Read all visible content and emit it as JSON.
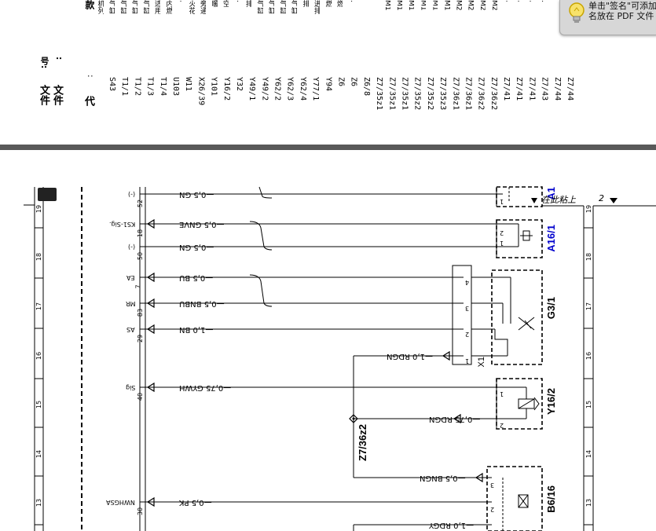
{
  "page_top": {
    "header_cols": [
      "款",
      "机列",
      "气缸",
      "气缸",
      "气缸",
      "气缸",
      "适用",
      "内燃",
      "·",
      "火花",
      "旁通",
      "暖",
      "空",
      "·",
      "排",
      "气缸",
      "气缸",
      "气缸",
      "气缸",
      "排",
      "进排",
      "燃",
      "燃",
      "·"
    ],
    "header_cols2": [
      "M1",
      "M1",
      "M1",
      "M1",
      "M1",
      "M1",
      "M2",
      "M2",
      "M2",
      "M2",
      "·",
      "·",
      "·",
      "·"
    ],
    "file_labels": [
      {
        "main": "文件",
        "tail": "号:"
      },
      {
        "main": "文件",
        "tail": ":"
      }
    ],
    "code_label": "代",
    "code_label_tail": ":",
    "codes": [
      "S43",
      "T1/1",
      "T1/2",
      "T1/3",
      "T1/4",
      "U103",
      "W11",
      "X26/39",
      "Y101",
      "Y16/2",
      "Y32",
      "Y49/1",
      "Y49/2",
      "Y62/2",
      "Y62/3",
      "Y62/4",
      "Y77/1",
      "Y94",
      "Z6",
      "Z6",
      "Z6/8",
      "Z7/35z1",
      "Z7/35z1",
      "Z7/35z1",
      "Z7/35z2",
      "Z7/35z2",
      "Z7/35z3",
      "Z7/36z1",
      "Z7/36z1",
      "Z7/36z2",
      "Z7/36z2",
      "Z7/41",
      "Z7/41",
      "Z7/41",
      "Z7/43",
      "Z7/44",
      "Z7/44"
    ]
  },
  "tooltip": {
    "line1": "单击\"签名\"可添加",
    "line2": "名放在 PDF 文件",
    "icon": "lightbulb-icon"
  },
  "diagram": {
    "ruler_numbers": [
      "19",
      "18",
      "17",
      "16",
      "15",
      "14",
      "13"
    ],
    "paste_label": "在此粘上",
    "paste_num": "2",
    "ecu_signals": [
      "(-)",
      "KS1-Sig.",
      "(-)",
      "EA",
      "MR",
      "AS",
      "Sig",
      "NWHGSA"
    ],
    "ecu_pins": [
      "52",
      "18",
      "50",
      "7",
      "83",
      "29",
      "40",
      "30"
    ],
    "wires": [
      "0,5 GN",
      "0,5 GNVE",
      "0,5 GN",
      "0,5 BU",
      "0,5 BNBU",
      "1,0 BN",
      "0,75 GYWH",
      "0,5 PK",
      "1,0 RDGN",
      "0,75 RDGN",
      "0,5 BNGN",
      "1,0 RDGY"
    ],
    "components": [
      "A1",
      "A16/1",
      "G3/1",
      "Y16/2",
      "B6/16",
      "Z7/36z2"
    ],
    "connector_x1": "X1",
    "g3_pins": [
      "4",
      "3",
      "2",
      "1"
    ],
    "pair_pins": [
      "1",
      "2"
    ],
    "b6_pins": [
      "3",
      "2"
    ]
  }
}
